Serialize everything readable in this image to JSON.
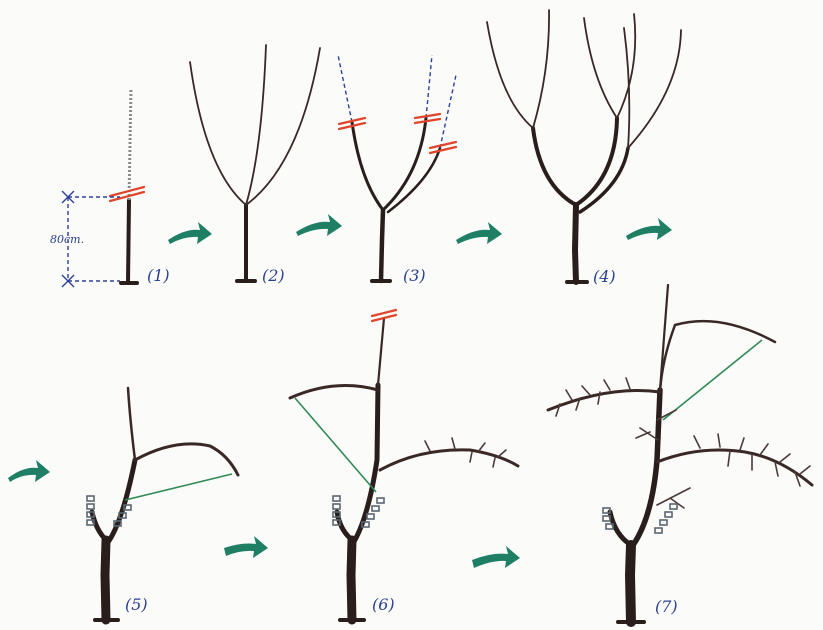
{
  "diagram": {
    "steps": [
      {
        "label": "(1)"
      },
      {
        "label": "(2)"
      },
      {
        "label": "(3)"
      },
      {
        "label": "(4)"
      },
      {
        "label": "(5)"
      },
      {
        "label": "(6)"
      },
      {
        "label": "(7)"
      }
    ],
    "measure_label": "80cm.",
    "colors": {
      "wood": "#2a1e1c",
      "cut_mark": "#e0442a",
      "arrow": "#1f7f65",
      "label_ink": "#2b3f8f",
      "guy_wire": "#2f8a55"
    }
  }
}
